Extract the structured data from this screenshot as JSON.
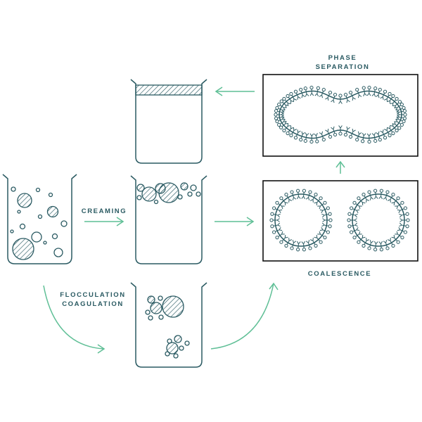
{
  "labels": {
    "phase_separation_line1": "PHASE",
    "phase_separation_line2": "SEPARATION",
    "creaming": "CREAMING",
    "flocculation_line1": "FLOCCULATION",
    "flocculation_line2": "COAGULATION",
    "coalescence": "COALESCENCE"
  },
  "colors": {
    "ink": "#2a5a62",
    "arrow": "#5fbf96",
    "frame": "#111111"
  }
}
